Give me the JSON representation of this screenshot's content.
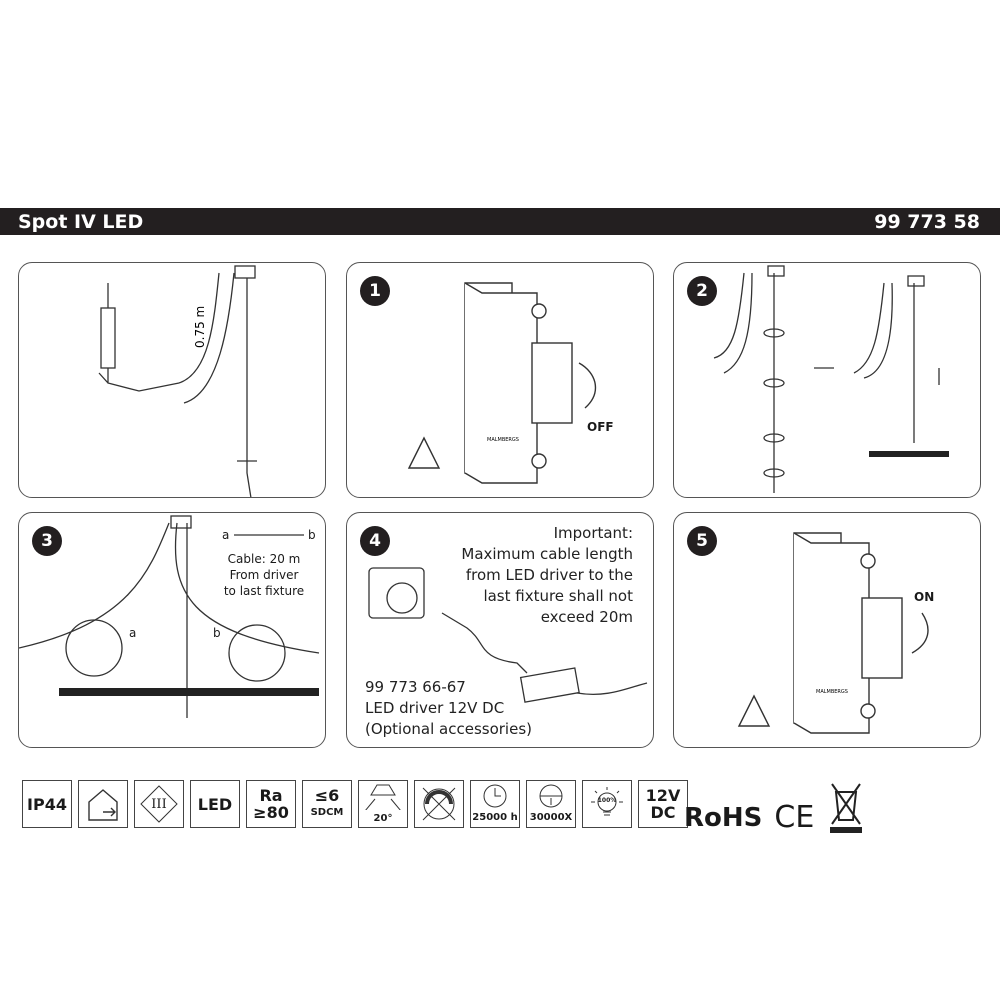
{
  "header": {
    "title": "Spot IV LED",
    "article_number": "99 773 58"
  },
  "overview": {
    "cable_label": "0.75 m"
  },
  "steps": [
    {
      "number": "1",
      "breaker_brand": "MALMBERGS",
      "state_label": "OFF"
    },
    {
      "number": "2"
    },
    {
      "number": "3",
      "range_a": "a",
      "range_b": "b",
      "cable_text": "Cable: 20 m",
      "from_text": "From driver",
      "to_text": "to last fixture",
      "label_a": "a",
      "label_b": "b"
    },
    {
      "number": "4",
      "important_lines": [
        "Important:",
        "Maximum cable length",
        "from LED driver to the",
        "last fixture shall not",
        "exceed 20m"
      ],
      "accessory_lines": [
        "99 773 66-67",
        "LED driver 12V DC",
        "(Optional accessories)"
      ]
    },
    {
      "number": "5",
      "breaker_brand": "MALMBERGS",
      "state_label": "ON"
    }
  ],
  "spec_icons": [
    {
      "name": "ip-rating",
      "lines": [
        "IP44"
      ]
    },
    {
      "name": "indoor-outdoor",
      "lines": [
        ""
      ]
    },
    {
      "name": "class-iii",
      "lines": [
        "III"
      ]
    },
    {
      "name": "led",
      "lines": [
        "LED"
      ]
    },
    {
      "name": "color-rendering",
      "lines": [
        "Ra",
        "≥80"
      ]
    },
    {
      "name": "sdcm",
      "lines": [
        "≤6",
        "SDCM"
      ]
    },
    {
      "name": "beam-angle",
      "lines": [
        "20°"
      ]
    },
    {
      "name": "not-dimmable",
      "lines": [
        ""
      ]
    },
    {
      "name": "lifetime",
      "lines": [
        "25000 h"
      ]
    },
    {
      "name": "switch-cycles",
      "lines": [
        "30000X"
      ]
    },
    {
      "name": "instant-full-light",
      "lines": [
        "100%"
      ]
    },
    {
      "name": "voltage",
      "lines": [
        "12V",
        "DC"
      ]
    }
  ],
  "certifications": {
    "rohs": "RoHS",
    "ce": "CE"
  }
}
